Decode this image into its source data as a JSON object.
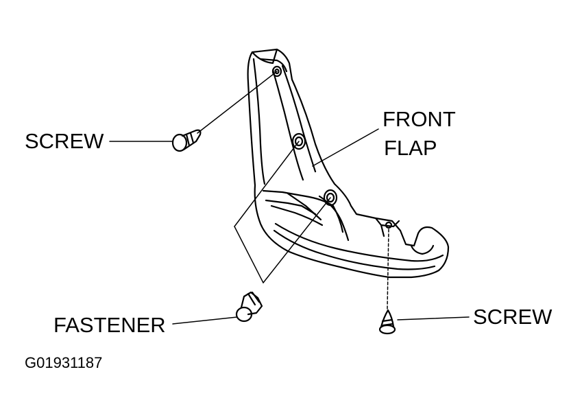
{
  "labels": {
    "screw_top": "SCREW",
    "front_flap_line1": "FRONT",
    "front_flap_line2": "FLAP",
    "fastener": "FASTENER",
    "screw_bottom": "SCREW"
  },
  "figure_code": "G01931187",
  "colors": {
    "ink": "#000000",
    "paper": "#ffffff"
  }
}
